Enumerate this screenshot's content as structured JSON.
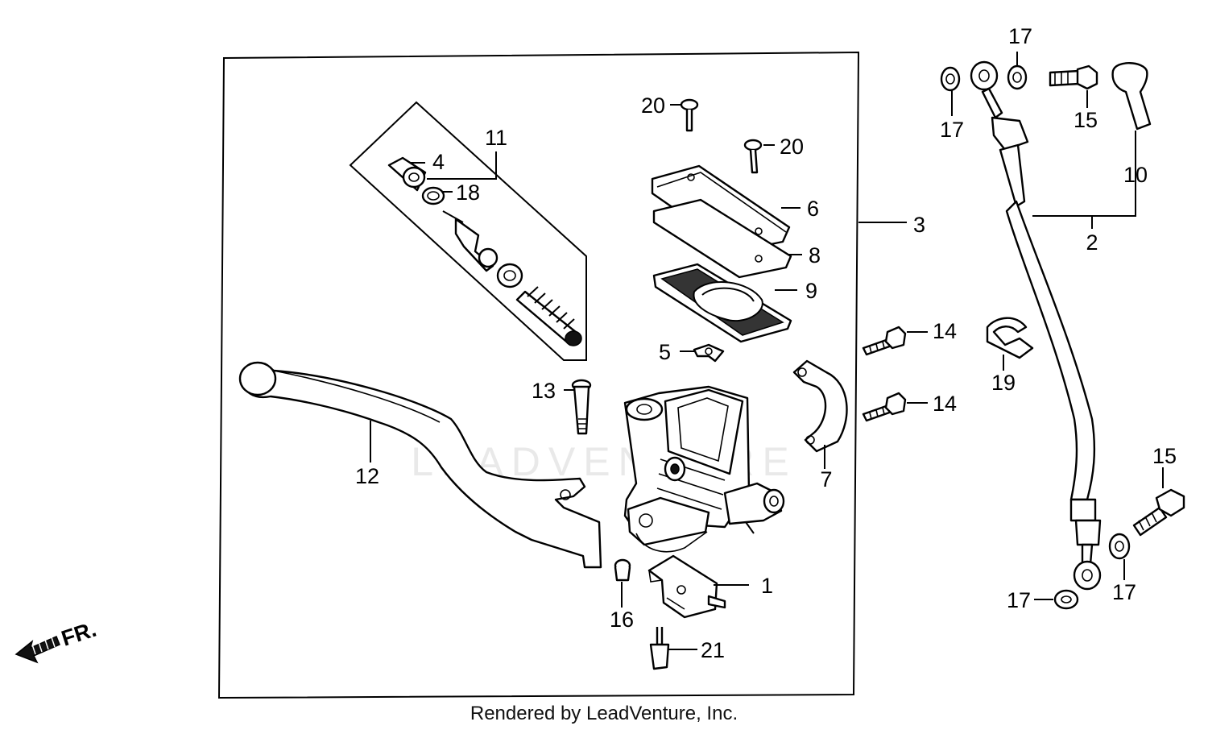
{
  "footer": "Rendered by LeadVenture, Inc.",
  "watermark": "LEADVENTURE",
  "direction_label": "FR.",
  "callouts": {
    "c1": "1",
    "c2": "2",
    "c3": "3",
    "c4": "4",
    "c5": "5",
    "c6": "6",
    "c7": "7",
    "c8": "8",
    "c9": "9",
    "c10": "10",
    "c11": "11",
    "c12": "12",
    "c13": "13",
    "c14a": "14",
    "c14b": "14",
    "c15a": "15",
    "c15b": "15",
    "c16": "16",
    "c17a": "17",
    "c17b": "17",
    "c17c": "17",
    "c17d": "17",
    "c18": "18",
    "c19": "19",
    "c20a": "20",
    "c20b": "20",
    "c21": "21"
  }
}
